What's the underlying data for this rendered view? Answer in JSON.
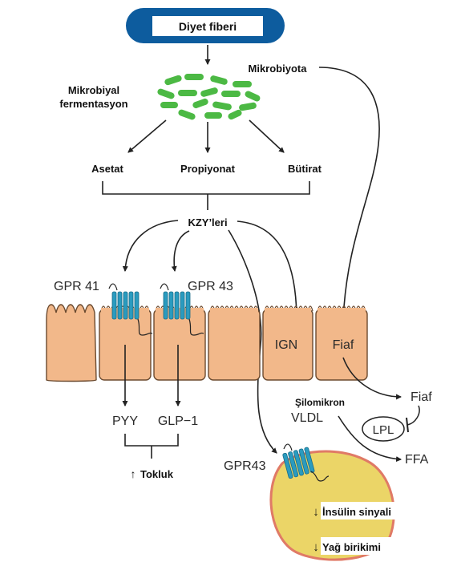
{
  "top_label": "Diyet fiberi",
  "fermentation_label": [
    "Mikrobiyal",
    "fermentasyon"
  ],
  "microbiota_label": "Mikrobiyota",
  "scfa": {
    "acetate": "Asetat",
    "propionate": "Propiyonat",
    "butyrate": "Bütirat"
  },
  "scfa_group_label": "KZY’leri",
  "receptors": {
    "gpr41": "GPR 41",
    "gpr43": "GPR 43",
    "gpr43_adipocyte": "GPR43"
  },
  "cell_labels": {
    "ign": "IGN",
    "fiaf": "Fiaf"
  },
  "hormones": {
    "pyy": "PYY",
    "glp1": "GLP−1"
  },
  "satiety": {
    "arrow": "↑",
    "label": "Tokluk"
  },
  "lipids": {
    "chylomicron": "Şilomikron",
    "vldl": "VLDL",
    "fiaf_out": "Fiaf",
    "lpl": "LPL",
    "ffa": "FFA"
  },
  "adipocyte": {
    "insulin_arrow": "↓",
    "insulin_label": "İnsülin sinyali",
    "fat_arrow": "↓",
    "fat_label": "Yağ birikimi"
  },
  "colors": {
    "top_pill": "#0d5c9e",
    "bacteria": "#4cb944",
    "cell_fill": "#f2b88a",
    "cell_stroke": "#6b4a2f",
    "receptor": "#2a9bbf",
    "adipocyte_fill": "#ebd567",
    "adipocyte_stroke": "#e07a66"
  }
}
